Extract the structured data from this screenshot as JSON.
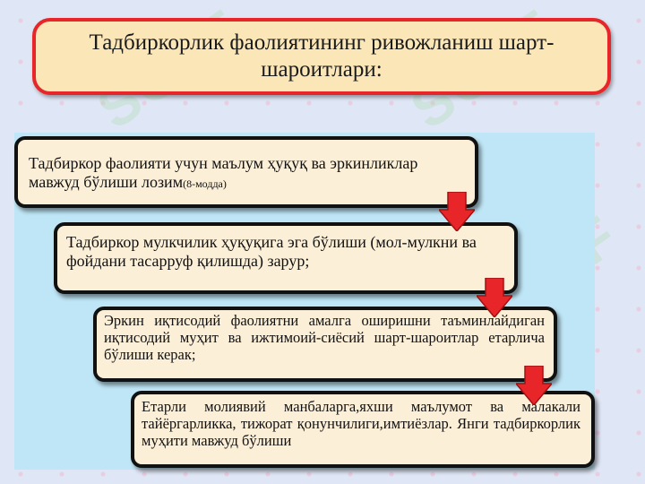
{
  "title": "Тадбиркорлик фаолиятининг ривожланиш шарт-шароитлари:",
  "watermark": "SOFF",
  "steps": [
    {
      "text": "Тадбиркор фаолияти учун маълум ҳуқуқ ва эркинликлар мавжуд бўлиши лозим",
      "note": "(8-модда)"
    },
    {
      "text": "Тадбиркор мулкчилик ҳуқуқига эга бўлиши (мол-мулкни ва фойдани тасарруф қилишда) зарур;"
    },
    {
      "text": "Эркин иқтисодий фаолиятни амалга оширишни таъминлайдиган иқтисодий муҳит ва ижтимоий-сиёсий шарт-шароитлар етарлича бўлиши керак;"
    },
    {
      "text": "Етарли молиявий манбаларга,яхши маълумот ва малакали тайёргарликка, тижорат қонунчилиги,имтиёзлар. Янги тадбиркорлик муҳити мавжуд бўлиши"
    }
  ],
  "colors": {
    "title_border": "#e8262a",
    "title_fill": "#fbe6b8",
    "step_fill": "#fcefd8",
    "panel": "#bfe6f6",
    "arrow": "#e8262a"
  },
  "icons": [
    "down-arrow-icon"
  ]
}
